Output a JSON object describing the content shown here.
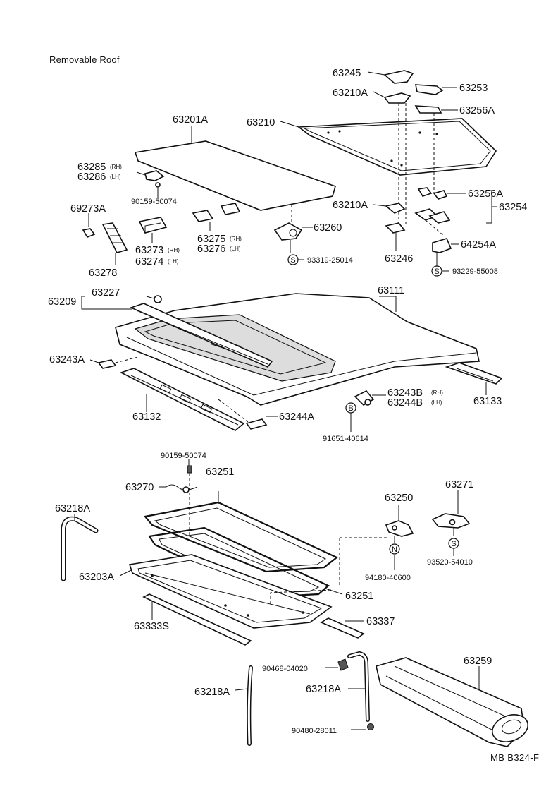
{
  "diagram": {
    "title": "Removable Roof",
    "reference": "MB  B324-F",
    "labels": {
      "p63245": "63245",
      "p63253": "63253",
      "p63210A_top": "63210A",
      "p63256A_top": "63256A",
      "p63201A": "63201A",
      "p63210": "63210",
      "p63285": "63285",
      "p63285_side": "(RH)",
      "p63286": "63286",
      "p63286_side": "(LH)",
      "p90159_top": "90159-50074",
      "p69273A": "69273A",
      "p63256A_mid": "63256A",
      "p63254": "63254",
      "p63210A_mid": "63210A",
      "p63260": "63260",
      "p63275": "63275",
      "p63275_side": "(RH)",
      "p63276": "63276",
      "p63276_side": "(LH)",
      "p63273": "63273",
      "p63273_side": "(RH)",
      "p63274": "63274",
      "p63274_side": "(LH)",
      "p63278": "63278",
      "p93319": "93319-25014",
      "p63246": "63246",
      "p64254A": "64254A",
      "p93229": "93229-55008",
      "p63209": "63209",
      "p63227": "63227",
      "p63111": "63111",
      "p63243A": "63243A",
      "p63243B": "63243B",
      "p63243B_side": "(RH)",
      "p63244B": "63244B",
      "p63244B_side": "(LH)",
      "p63133": "63133",
      "p63132": "63132",
      "p63244A": "63244A",
      "p91651": "91651-40614",
      "p90159_mid": "90159-50074",
      "p63270": "63270",
      "p63251_top": "63251",
      "p63271": "63271",
      "p63218A_left": "63218A",
      "p63250": "63250",
      "p63203A": "63203A",
      "p94180": "94180-40600",
      "p93520": "93520-54010",
      "p63251_bot": "63251",
      "p63333S": "63333S",
      "p63337": "63337",
      "p63259": "63259",
      "p90468": "90468-04020",
      "p63218A_mid": "63218A",
      "p63218A_low": "63218A",
      "p90480": "90480-28011"
    },
    "symbols": {
      "s_screw1": "S",
      "s_screw2": "S",
      "s_screw3": "S",
      "s_bolt": "B",
      "s_nut": "N"
    }
  }
}
